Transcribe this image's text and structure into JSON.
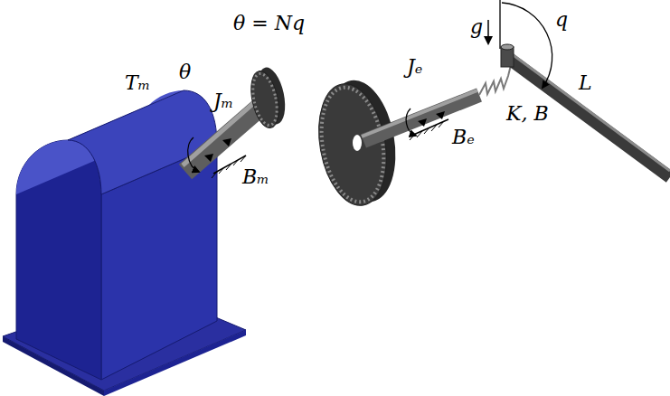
{
  "diagram": {
    "labels": [
      "g",
      "θ = Nq",
      "q",
      "Jₑ",
      "Tₘ",
      "θ",
      "Jₘ",
      "K, B",
      "L",
      "Bₑ",
      "Bₘ"
    ]
  }
}
